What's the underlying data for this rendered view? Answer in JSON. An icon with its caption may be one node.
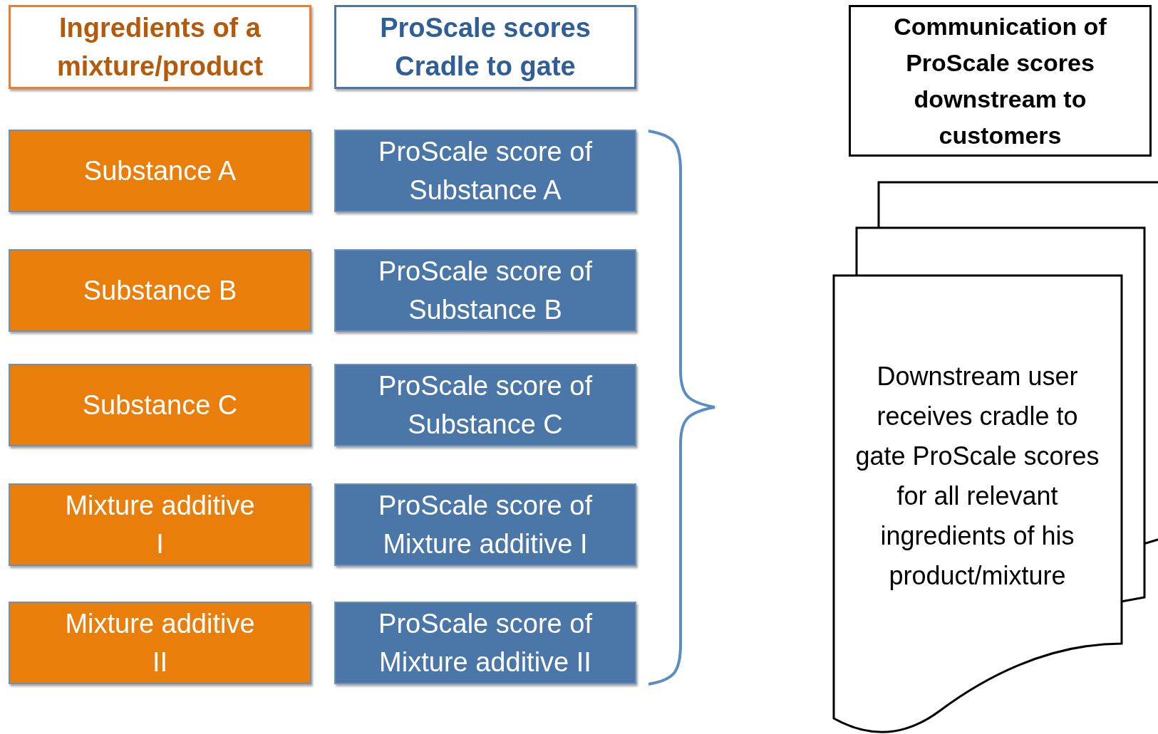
{
  "diagram": {
    "nodes": [
      {
        "text": [
          "Ingredients of a mixture/product"
        ]
      },
      {
        "text": [
          "ProScale scores Cradle to gate"
        ]
      },
      {
        "text": [
          "Communication of ProScale scores downstream to customers"
        ]
      },
      {
        "text": [
          "Substance A"
        ]
      },
      {
        "text": [
          "ProScale score of Substance A"
        ]
      },
      {
        "text": [
          "Substance B"
        ]
      },
      {
        "text": [
          "ProScale score of Substance B"
        ]
      },
      {
        "text": [
          "Substance C"
        ]
      },
      {
        "text": [
          "ProScale score of Substance C"
        ]
      },
      {
        "text": [
          "Mixture additive I"
        ]
      },
      {
        "text": [
          "ProScale score of Mixture additive I"
        ]
      },
      {
        "text": [
          "Mixture additive II"
        ]
      },
      {
        "text": [
          "ProScale score of Mixture additive II"
        ]
      },
      {
        "text": [
          "Downstream user receives cradle to gate ProScale scores for all relevant ingredients of his product/mixture"
        ]
      }
    ]
  }
}
